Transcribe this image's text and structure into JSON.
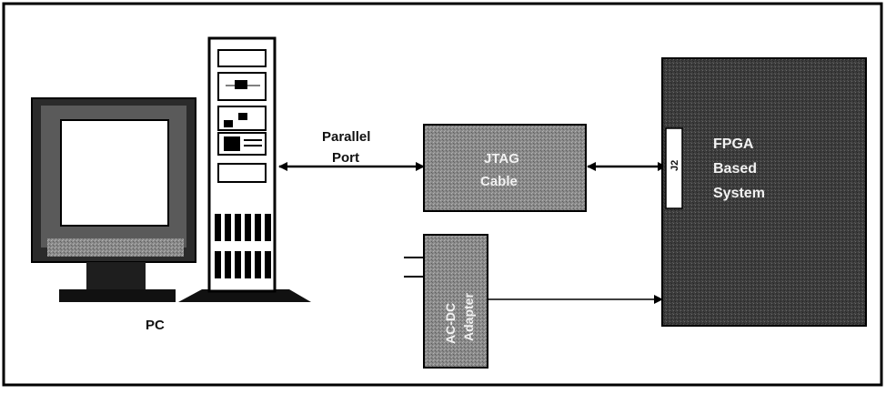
{
  "diagram": {
    "pc_label": "PC",
    "port_label_line1": "Parallel",
    "port_label_line2": "Port",
    "jtag_line1": "JTAG",
    "jtag_line2": "Cable",
    "fpga_line1": "FPGA",
    "fpga_line2": "Based",
    "fpga_line3": "System",
    "connector_label": "J2",
    "adapter_line1": "AC-DC",
    "adapter_line2": "Adapter"
  },
  "colors": {
    "frame": "#000000",
    "block_dark": "#3a3a3a",
    "block_mid": "#7a7a7a",
    "monitor_bezel": "#2a2a2a",
    "monitor_screen": "#ffffff"
  }
}
